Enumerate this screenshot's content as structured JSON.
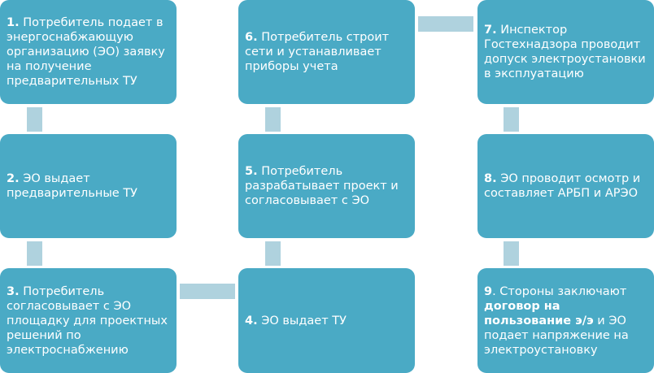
{
  "steps": [
    {
      "num": "1.",
      "text": " Потребитель подает в энергоснабжающую организацию (ЭО) заявку на получение предварительных ТУ"
    },
    {
      "num": "2.",
      "text": " ЭО выдает предварительные ТУ"
    },
    {
      "num": "3.",
      "text": " Потребитель согласовывает с ЭО площадку для проектных решений по электроснабжению"
    },
    {
      "num": "4.",
      "text": " ЭО выдает ТУ"
    },
    {
      "num": "5.",
      "text": " Потребитель разрабатывает проект и согласовывает с ЭО"
    },
    {
      "num": "6.",
      "text": " Потребитель строит сети и устанавливает приборы учета"
    },
    {
      "num": "7.",
      "text": " Инспектор Гостехнадзора проводит допуск электроустановки в эксплуатацию"
    },
    {
      "num": "8.",
      "text": " ЭО проводит осмотр и составляет АРБП и АРЭО"
    },
    {
      "num": "9",
      "text_a": ". Стороны заключают ",
      "bold": "договор на пользование э/э",
      "text_b": " и ЭО подает напряжение на электроустановку"
    }
  ],
  "colors": {
    "box": "#4aaac5",
    "connector": "#afd2de"
  }
}
